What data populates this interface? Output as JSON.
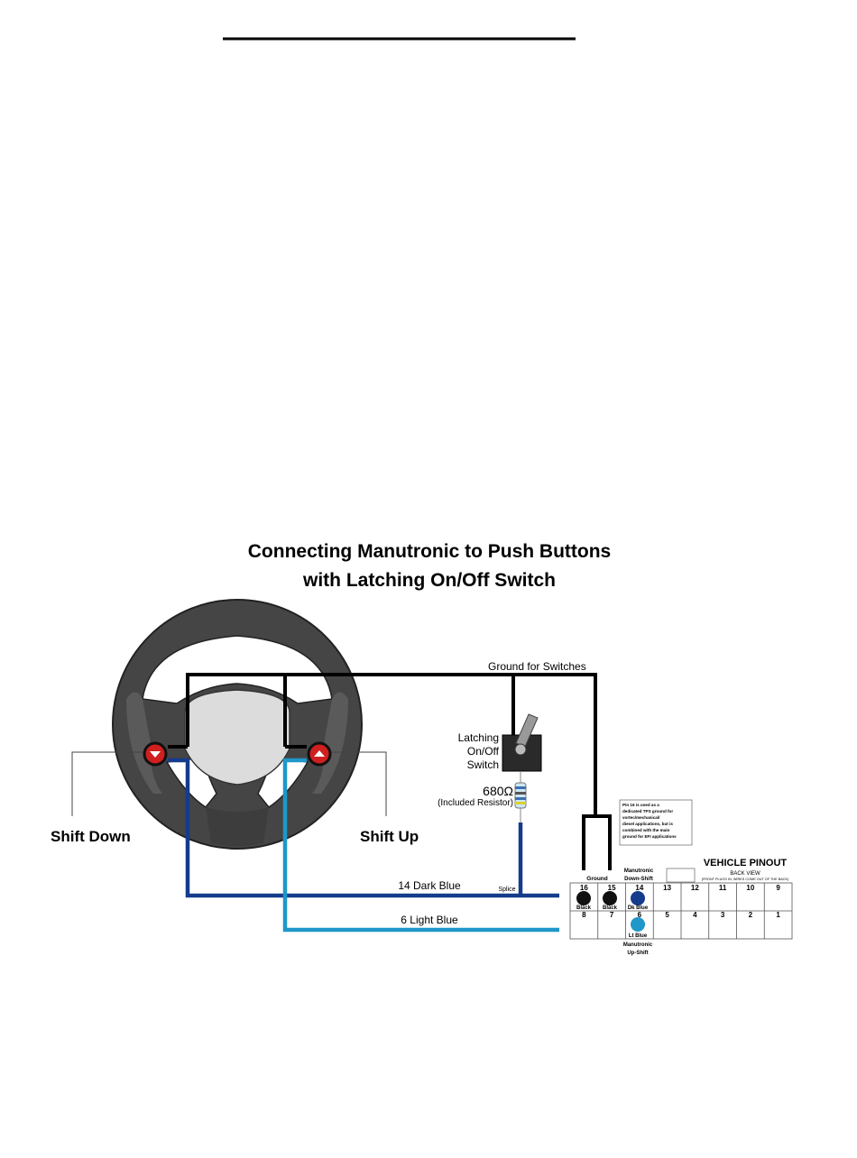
{
  "title": {
    "line1": "Connecting Manutronic to Push Buttons",
    "line2": "with Latching On/Off Switch"
  },
  "labels": {
    "ground_for_switches": "Ground for Switches",
    "switch_line1": "Latching",
    "switch_line2": "On/Off",
    "switch_line3": "Switch",
    "resistor_value": "680Ω",
    "resistor_note": "(Included Resistor)",
    "shift_down": "Shift Down",
    "shift_up": "Shift Up",
    "wire_dark_blue": "14 Dark Blue",
    "wire_light_blue": "6 Light Blue",
    "splice": "Splice",
    "ground": "Ground",
    "manutronic_down_1": "Manutronic",
    "manutronic_down_2": "Down-Shift",
    "manutronic_up_1": "Manutronic",
    "manutronic_up_2": "Up-Shift"
  },
  "note": {
    "line1": "Pin 16 is used as a",
    "line2": "dedicated TPS ground for",
    "line3": "vortec/mechanical/",
    "line4": "diesel applications, but is",
    "line5": "combined with the main",
    "line6": "ground for EFI applications"
  },
  "pinout": {
    "title": "VEHICLE PINOUT",
    "subtitle": "BACK VIEW",
    "subnote": "(FRONT PLUGS IN, WIRES COME OUT OF THE BACK)",
    "top_row": [
      "16",
      "15",
      "14",
      "13",
      "12",
      "11",
      "10",
      "9"
    ],
    "bottom_row": [
      "8",
      "7",
      "6",
      "5",
      "4",
      "3",
      "2",
      "1"
    ],
    "pin16_color": "Black",
    "pin15_color": "Black",
    "pin14_color": "Dk Blue",
    "pin6_color": "Lt Blue"
  },
  "colors": {
    "dark_blue": "#153b8c",
    "light_blue": "#1f97c8",
    "wheel_dark": "#454545",
    "wheel_mid": "#5a5a5a",
    "hub": "#dcdcdc",
    "button_red": "#d01f1f"
  }
}
